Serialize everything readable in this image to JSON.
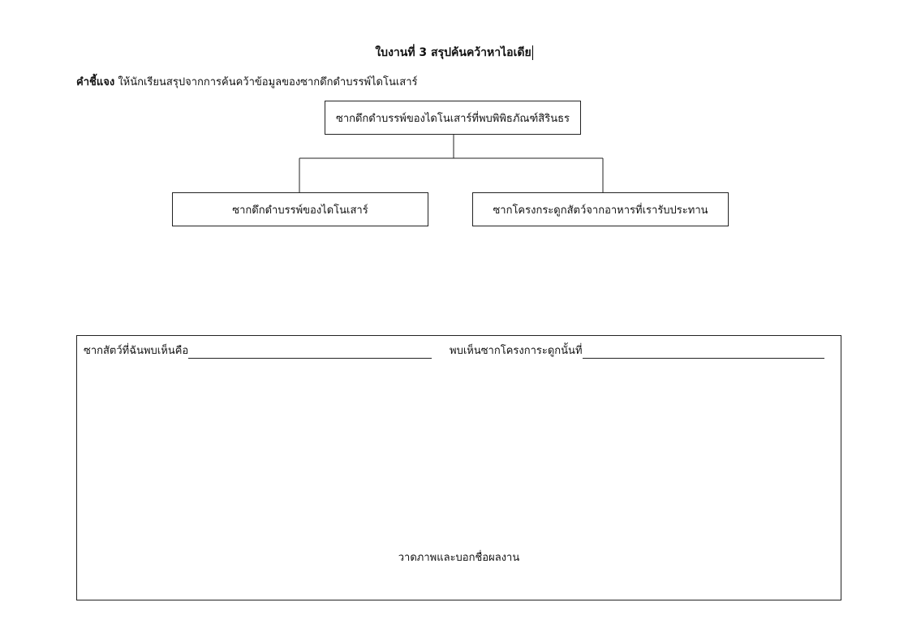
{
  "title": "ใบงานที่ 3 สรุปค้นคว้าหาไอเดีย",
  "instruction": {
    "label": "คำชี้แจง",
    "text": "ให้นักเรียนสรุปจากการค้นคว้าข้อมูลของซากดึกดำบรรพ์ไดโนเสาร์"
  },
  "diagram": {
    "top_box": "ซากดึกดำบรรพ์ของไดโนเสาร์ที่พบพิพิธภัณฑ์สิรินธร",
    "left_box": "ซากดึกดำบรรพ์ของไดโนเสาร์",
    "right_box": "ซากโครงกระดูกสัตว์จากอาหารที่เรารับประทาน"
  },
  "answer_area": {
    "field_animal_label": "ซากสัตว์ที่ฉันพบเห็นคือ",
    "field_place_label": "พบเห็นซากโครงการะดูกนั้นที่",
    "caption": "วาดภาพและบอกชื่อผลงาน"
  }
}
